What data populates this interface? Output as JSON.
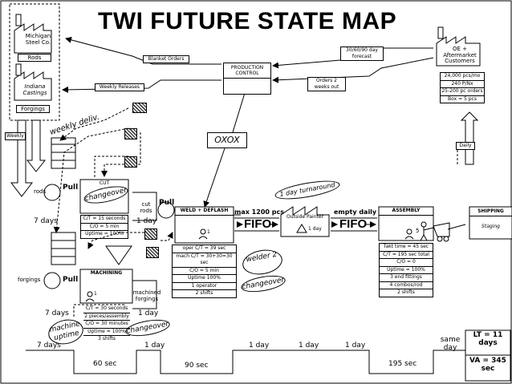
{
  "title": "TWI  FUTURE STATE MAP",
  "suppliers": {
    "michigan": "Michigan Steel Co.",
    "michigan_part": "Rods",
    "indiana": "Indiana Castings",
    "indiana_part": "Forgings"
  },
  "customer": {
    "name": "OE + Aftermarket Customers",
    "demand": [
      "24,000 pcs/mo",
      "240 P/Nx",
      "25-200 pc orders",
      "Box = 5 pcs"
    ]
  },
  "production_control": "PRODUCTION CONTROL",
  "oxox": "OXOX",
  "info_flows": {
    "blanket_orders": "Blanket Orders",
    "weekly_releases": "Weekly Releases",
    "forecast": "30/60/90 day forecast",
    "orders": "Orders 2 weeks out",
    "weekly": "Weekly",
    "daily": "Daily",
    "weekly_deliv": "weekly deliv."
  },
  "kaizen": {
    "changeover1": "changeover",
    "day_turnaround": "1 day turnaround",
    "welder2": "welder 2",
    "changeover2": "changeover",
    "machine_uptime": "machine uptime",
    "changeover3": "changeover"
  },
  "inventory_labels": {
    "rods": "rods",
    "forgings": "forgings",
    "cut_rods": "cut rods",
    "machined_forgings": "machined forgings"
  },
  "pull": "Pull",
  "processes": {
    "cut": {
      "name": "CUT",
      "data": [
        "C/T = 15 seconds",
        "C/O = 5 min",
        "Uptime = 100%"
      ]
    },
    "machining": {
      "name": "MACHINING",
      "operators": "1",
      "data": [
        "C/T = 30 seconds",
        "2 pieces/assembly",
        "C/O = 30 minutes",
        "Uptime = 100%",
        "3 shifts"
      ]
    },
    "weld": {
      "name": "WELD + DEFLASH",
      "operators": "1",
      "data": [
        "oper C/T = 39 sec",
        "mach C/T = 30+30=30 sec",
        "C/O = 5 min",
        "Uptime 100%",
        "1 operator",
        "2 shifts"
      ]
    },
    "outside": {
      "name": "Outside Painter",
      "time": "1 day"
    },
    "assembly": {
      "name": "ASSEMBLY",
      "operators": "5",
      "data": [
        "Takt time = 45 sec",
        "C/T = 195 sec total",
        "C/O = 0",
        "Uptime = 100%",
        "3 end fittings",
        "4 combos/rod",
        "2 shifts"
      ]
    },
    "shipping": {
      "name": "SHIPPING",
      "sub": "Staging"
    }
  },
  "fifo": {
    "max1200": "max 1200 pcs",
    "empty_daily": "empty daily",
    "label": "FIFO"
  },
  "inventory_days": {
    "rods": "7 days",
    "cut_rods": "1 day",
    "forgings": "7 days",
    "machined": "1 day"
  },
  "timeline": {
    "days": [
      "7 days",
      "1 day",
      "1 day",
      "1 day",
      "1 day",
      "same day"
    ],
    "times": [
      "60 sec",
      "90 sec",
      "195 sec"
    ],
    "lt": "LT = 11 days",
    "va": "VA = 345 sec"
  }
}
